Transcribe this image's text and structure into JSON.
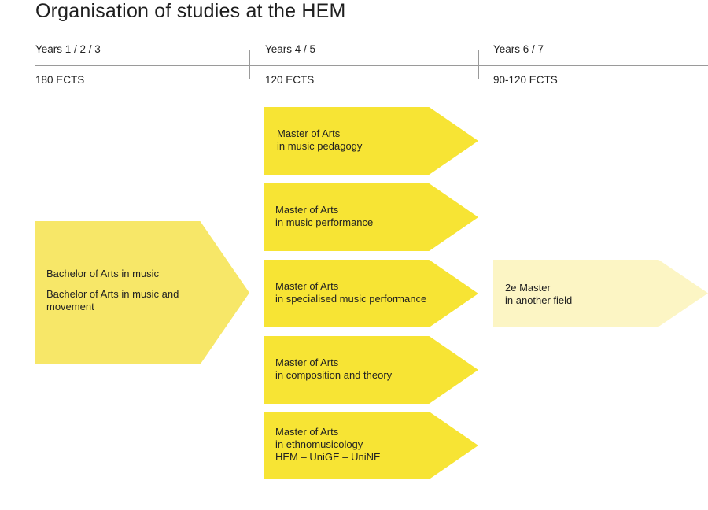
{
  "title": "Organisation of studies at the HEM",
  "columns": [
    {
      "years": "Years 1 / 2 / 3",
      "ects": "180 ECTS"
    },
    {
      "years": "Years 4 / 5",
      "ects": "120 ECTS"
    },
    {
      "years": "Years 6 / 7",
      "ects": "90-120 ECTS"
    }
  ],
  "bachelor": {
    "line1": "Bachelor of Arts in music",
    "line2": "Bachelor of Arts in music and",
    "line3": "movement"
  },
  "masters": [
    {
      "line1": "Master of Arts",
      "line2": "in music pedagogy",
      "line3": ""
    },
    {
      "line1": "Master of Arts",
      "line2": "in music performance",
      "line3": ""
    },
    {
      "line1": "Master of Arts",
      "line2": "in specialised music performance",
      "line3": ""
    },
    {
      "line1": "Master of Arts",
      "line2": "in composition and theory",
      "line3": ""
    },
    {
      "line1": "Master of Arts",
      "line2": "in ethnomusicology",
      "line3": "HEM – UniGE – UniNE"
    }
  ],
  "second_master": {
    "line1": "2e Master",
    "line2": "in another field"
  },
  "colors": {
    "bachelor": "#f7e768",
    "master": "#f7e434",
    "second_master": "#fcf5c4",
    "rule": "#9a9a9a"
  }
}
